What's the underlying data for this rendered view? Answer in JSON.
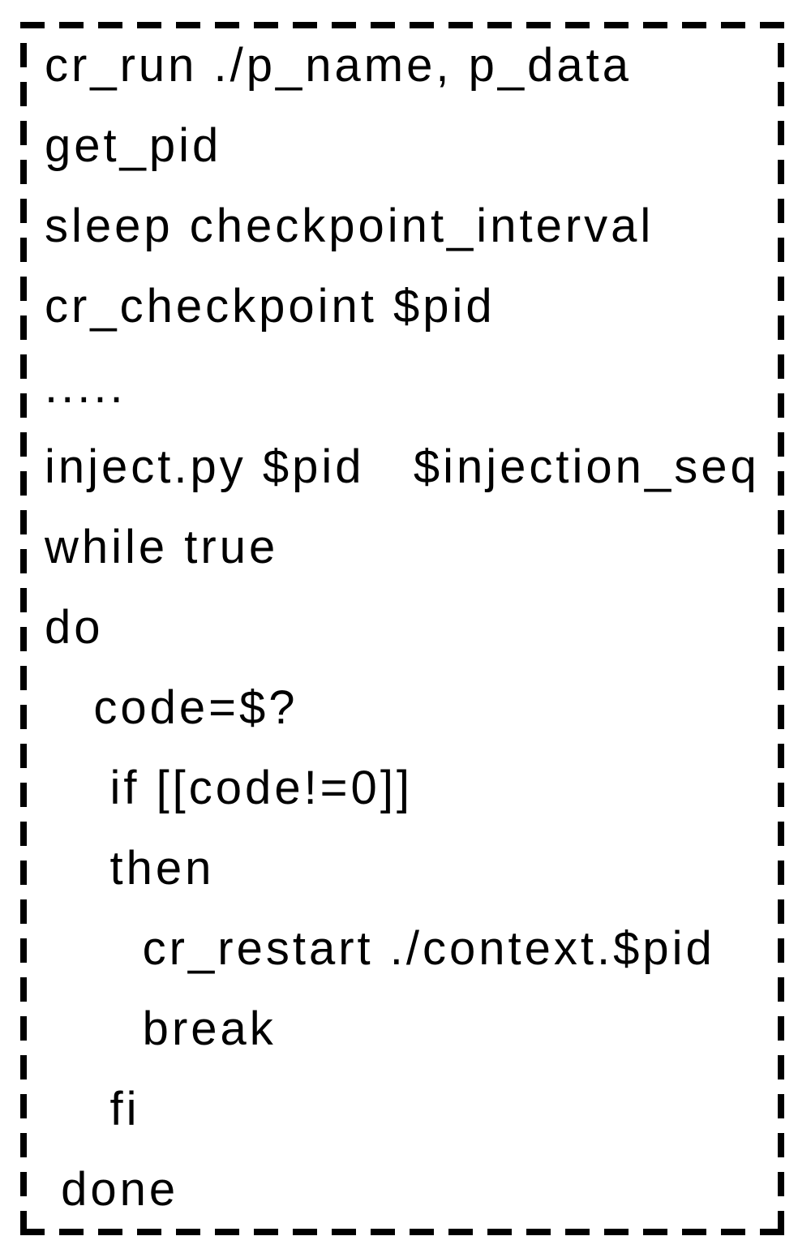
{
  "figure": {
    "type": "code-listing",
    "language": "shell-pseudocode",
    "border_style": "dashed"
  },
  "code_block": {
    "lines": [
      "cr_run ./p_name, p_data",
      "get_pid",
      "sleep checkpoint_interval",
      "cr_checkpoint $pid",
      ".....",
      "inject.py $pid   $injection_seq",
      "while true",
      "do",
      "   code=$?",
      "    if [[code!=0]]",
      "    then",
      "      cr_restart ./context.$pid",
      "      break",
      "    fi",
      " done"
    ]
  },
  "colors": {
    "text": "#000000",
    "border": "#000000",
    "background": "#ffffff"
  }
}
